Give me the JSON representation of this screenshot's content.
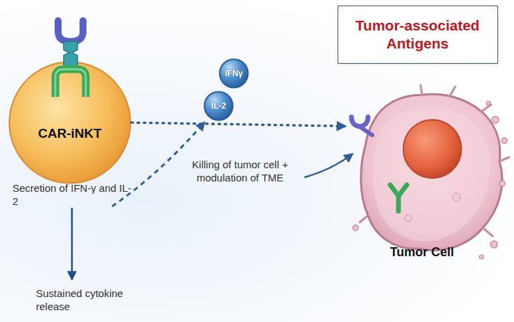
{
  "diagram": {
    "nodes": [
      {
        "text": [
          "CAR-iNKT"
        ]
      },
      {
        "text": [
          "Tumor-associated Antigens"
        ]
      },
      {
        "text": [
          "IFNγ"
        ]
      },
      {
        "text": [
          "IL-2"
        ]
      },
      {
        "text": [
          "Tumor Cell"
        ]
      }
    ],
    "edges": [
      {
        "from": 0,
        "to": 4,
        "arrow": "to"
      }
    ],
    "labels": [
      "Secretion of IFN-γ and IL-2",
      "Sustained cytokine release",
      "Killing of tumor cell + modulation of TME"
    ]
  }
}
